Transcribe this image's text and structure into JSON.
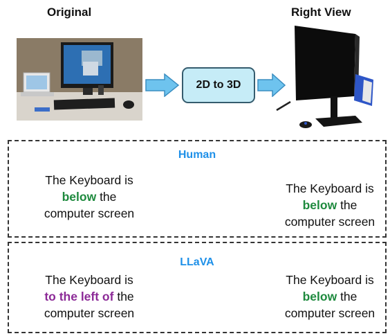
{
  "headers": {
    "original": "Original",
    "right_view": "Right View"
  },
  "converter": {
    "label": "2D to 3D"
  },
  "icons": {
    "arrow": "right-arrow-icon"
  },
  "colors": {
    "panel_title": "#1e90e8",
    "correct_relation": "#1e8a3e",
    "wrong_relation": "#8c2a97",
    "arrow": "#6ec3ee",
    "box_fill": "#c6ecf7"
  },
  "human": {
    "title": "Human",
    "left": {
      "pre": "The Keyboard is",
      "relation": "below",
      "post": "the",
      "line3": "computer screen"
    },
    "right": {
      "pre": "The Keyboard is",
      "relation": "below",
      "post": "the",
      "line3": "computer screen"
    }
  },
  "llava": {
    "title": "LLaVA",
    "left": {
      "pre": "The Keyboard is",
      "relation": "to the left of",
      "post": "the",
      "line3": "computer screen"
    },
    "right": {
      "pre": "The Keyboard is",
      "relation": "below",
      "post": "the",
      "line3": "computer screen"
    }
  }
}
